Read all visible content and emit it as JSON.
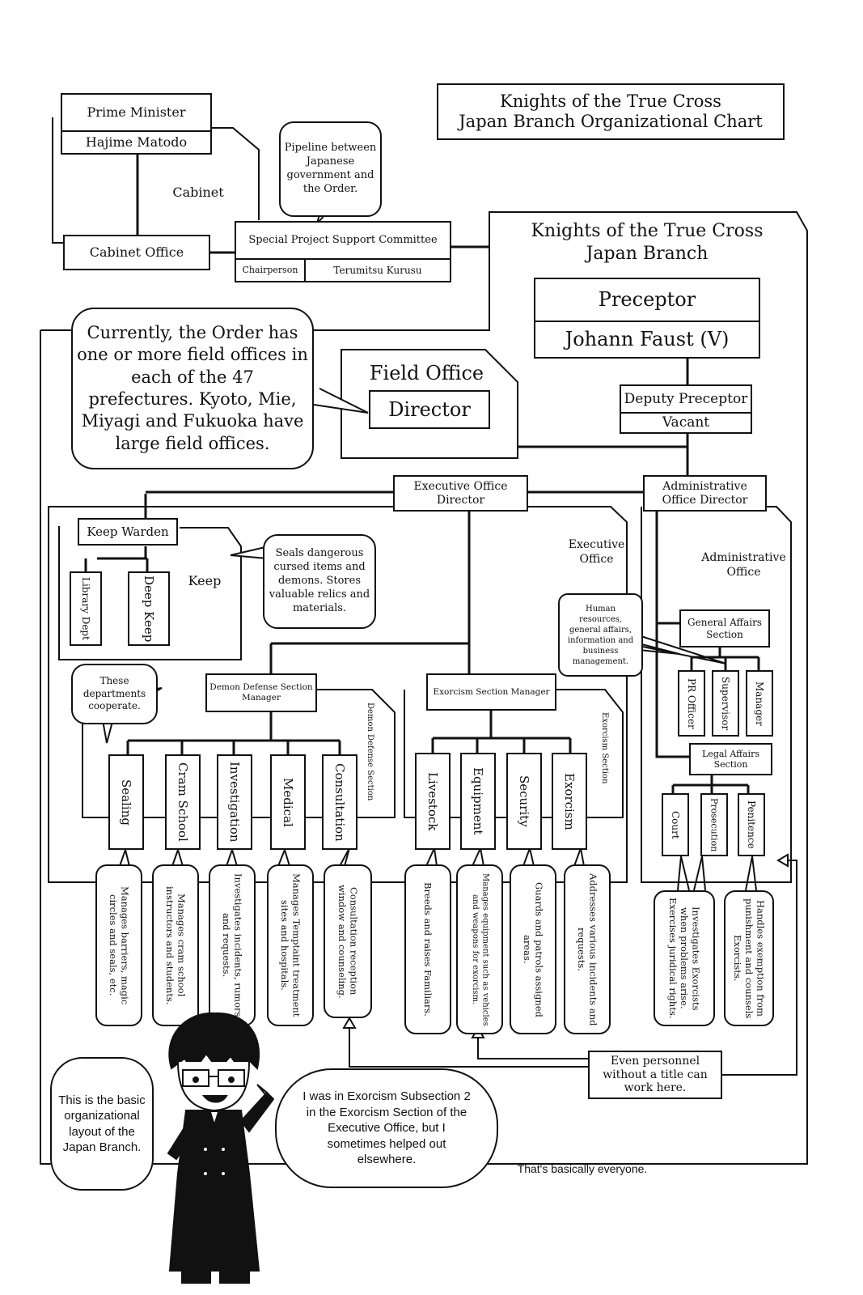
{
  "title": {
    "line1": "Knights of the True Cross",
    "line2": "Japan Branch Organizational Chart"
  },
  "government": {
    "prime_minister_label": "Prime Minister",
    "prime_minister_name": "Hajime Matodo",
    "cabinet_label": "Cabinet",
    "cabinet_office_label": "Cabinet Office",
    "committee_label": "Special Project Support Committee",
    "chairperson_label": "Chairperson",
    "chairperson_name": "Terumitsu Kurusu",
    "pipeline_note": "Pipeline between Japanese government and the Order."
  },
  "branch": {
    "heading_line1": "Knights of the True Cross",
    "heading_line2": "Japan Branch",
    "preceptor_label": "Preceptor",
    "preceptor_name": "Johann Faust (V)",
    "deputy_label": "Deputy Preceptor",
    "deputy_name": "Vacant",
    "field_office_label": "Field Office",
    "field_director_label": "Director",
    "field_note": "Currently, the Order has one or more field offices in each of the 47 prefectures. Kyoto, Mie, Miyagi and Fukuoka have large field offices."
  },
  "executive": {
    "director_label": "Executive Office Director",
    "office_label": "Executive Office",
    "keep_warden": "Keep Warden",
    "keep_label": "Keep",
    "library": "Library Dept",
    "deep_keep": "Deep Keep",
    "keep_note": "Seals dangerous cursed items and demons. Stores valuable relics and materials.",
    "cooperate_note": "These departments cooperate.",
    "demon_manager": "Demon Defense Section Manager",
    "demon_section_label": "Demon Defense Section",
    "exorcism_manager": "Exorcism Section Manager",
    "exorcism_section_label": "Exorcism Section",
    "demon_depts": [
      {
        "name": "Sealing",
        "desc": "Manages barriers, magic circles and seals, etc."
      },
      {
        "name": "Cram School",
        "desc": "Manages cram school instructors and students."
      },
      {
        "name": "Investigation",
        "desc": "Investigates incidents, rumors and requests."
      },
      {
        "name": "Medical",
        "desc": "Manages Temptaint treatment sites and hospitals."
      },
      {
        "name": "Consultation",
        "desc": "Consultation reception window and counseling."
      }
    ],
    "exorcism_depts": [
      {
        "name": "Livestock",
        "desc": "Breeds and raises Familiars."
      },
      {
        "name": "Equipment",
        "desc": "Manages equipment such as vehicles and weapons for exorcism."
      },
      {
        "name": "Security",
        "desc": "Guards and patrols assigned areas."
      },
      {
        "name": "Exorcism",
        "desc": "Addresses various incidents and requests."
      }
    ]
  },
  "admin": {
    "director_label": "Administrative Office Director",
    "office_label": "Administrative Office",
    "general_affairs": "General Affairs Section",
    "ga_note": "Human resources, general affairs, information and business management.",
    "ga_units": [
      "PR Officer",
      "Supervisor",
      "Manager"
    ],
    "legal_affairs": "Legal Affairs Section",
    "legal_units": [
      "Court",
      "Prosecution",
      "Penitence"
    ],
    "court_desc": "Investigates Exorcists when problems arise. Exercises juridical rights.",
    "penitence_desc": "Handles exemption from punishment and counsels Exorcists."
  },
  "footer": {
    "personnel_note": "Even personnel without a title can work here.",
    "left_bubble": "This is the basic organizational layout of the Japan Branch.",
    "right_bubble": "I was in Exorcism Subsection 2 in the Exorcism Section of the Executive Office, but I sometimes helped out elsewhere.",
    "everyone_note": "That's basically everyone."
  }
}
